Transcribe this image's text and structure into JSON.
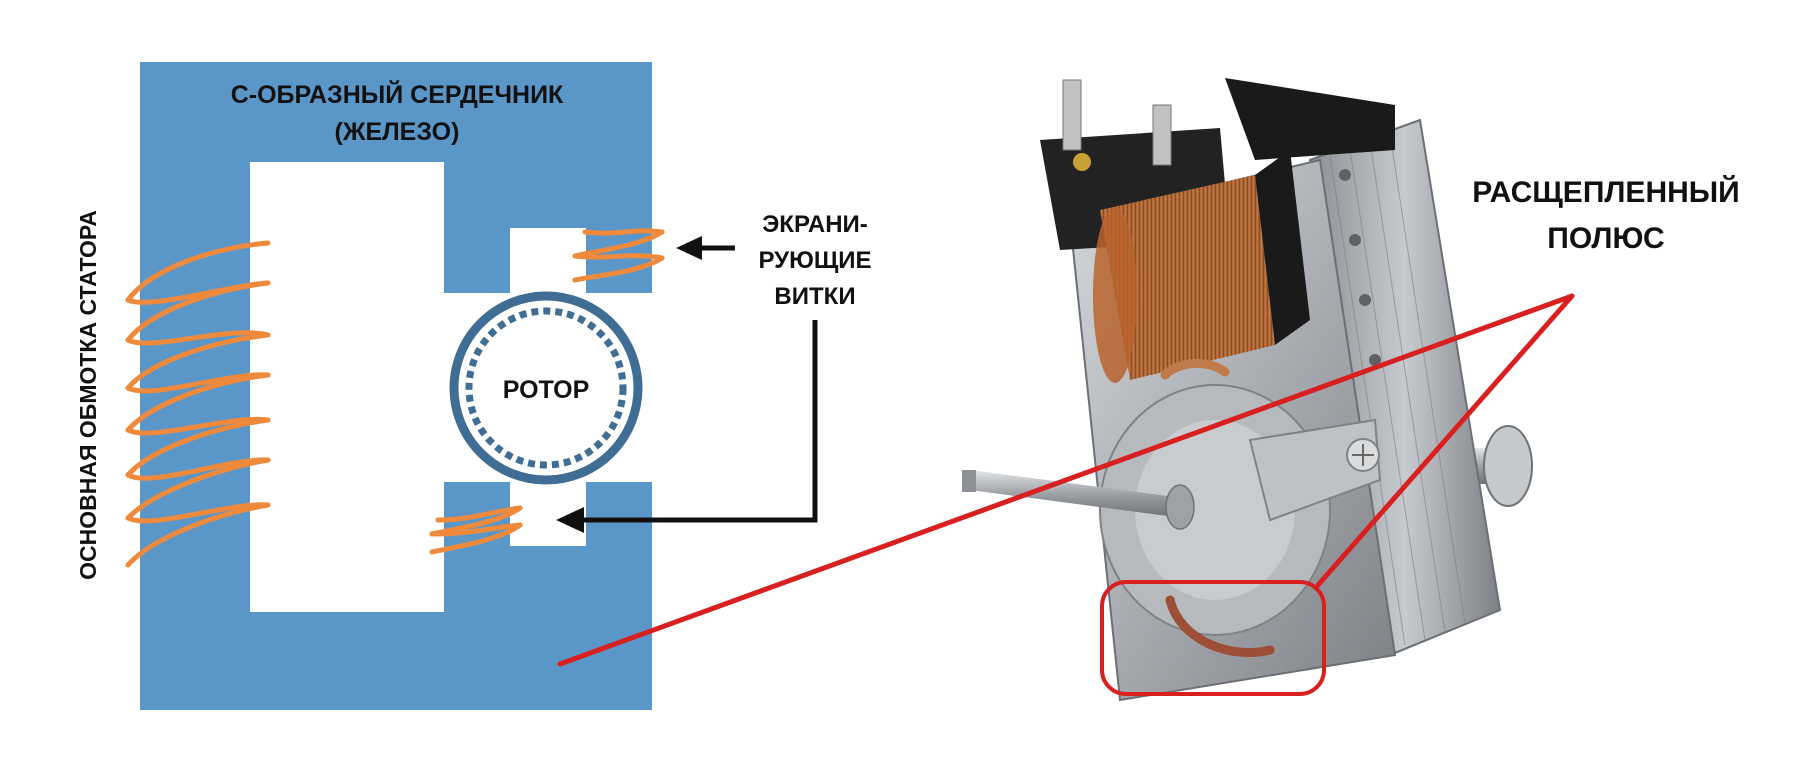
{
  "core_label": {
    "line1": "С-ОБРАЗНЫЙ СЕРДЕЧНИК",
    "line2": "(ЖЕЛЕЗО)"
  },
  "winding_label": "ОСНОВНАЯ ОБМОТКА СТАТОРА",
  "rotor_label": "РОТОР",
  "shading_label": {
    "line1": "ЭКРАНИ-",
    "line2": "РУЮЩИЕ",
    "line3": "ВИТКИ"
  },
  "split_pole_label": {
    "line1": "РАСЩЕПЛЕННЫЙ",
    "line2": "ПОЛЮС"
  },
  "colors": {
    "core": "#5b96c9",
    "coil": "#ef8a3c",
    "rotor_ring": "#3f6d93",
    "arrow": "#111111",
    "pointer_line": "#d92020",
    "copper": "#c4733b",
    "frame_metal": "#a9adb2"
  }
}
